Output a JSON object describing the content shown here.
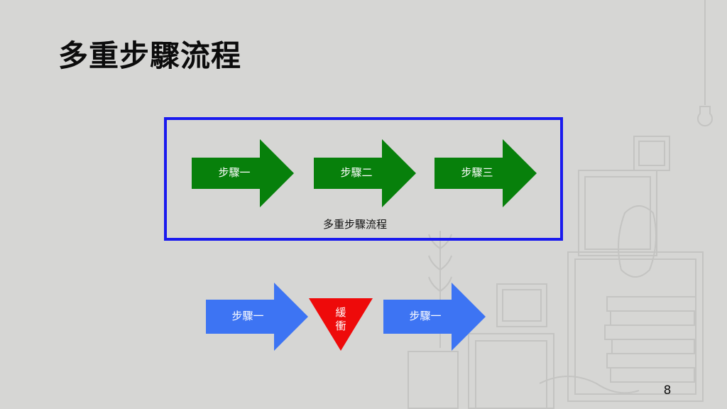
{
  "slide": {
    "title": "多重步驟流程",
    "page_number": "8"
  },
  "top_flow": {
    "steps": [
      {
        "label": "步驟一"
      },
      {
        "label": "步驟二"
      },
      {
        "label": "步驟三"
      }
    ],
    "caption": "多重步驟流程",
    "arrow_color": "#07800b",
    "frame_color": "#1a1aee"
  },
  "bottom_flow": {
    "left_label": "步驟一",
    "buffer_label_line1": "緩",
    "buffer_label_line2": "衝",
    "right_label": "步驟一",
    "arrow_color": "#3d74f3",
    "buffer_color": "#ee0a0a"
  }
}
